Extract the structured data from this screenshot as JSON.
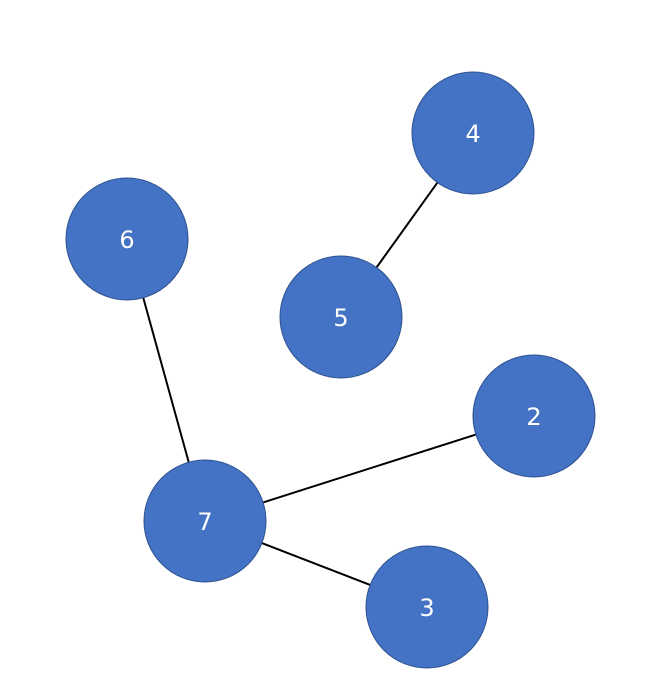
{
  "colors": {
    "node_fill": "#4472c4",
    "node_text": "#ffffff",
    "edge": "#000000"
  },
  "nodes": [
    {
      "id": "4",
      "label": "4"
    },
    {
      "id": "6",
      "label": "6"
    },
    {
      "id": "5",
      "label": "5"
    },
    {
      "id": "2",
      "label": "2"
    },
    {
      "id": "7",
      "label": "7"
    },
    {
      "id": "3",
      "label": "3"
    }
  ],
  "edges": [
    {
      "from": "4",
      "to": "5"
    },
    {
      "from": "6",
      "to": "7"
    },
    {
      "from": "7",
      "to": "2"
    },
    {
      "from": "7",
      "to": "3"
    }
  ]
}
